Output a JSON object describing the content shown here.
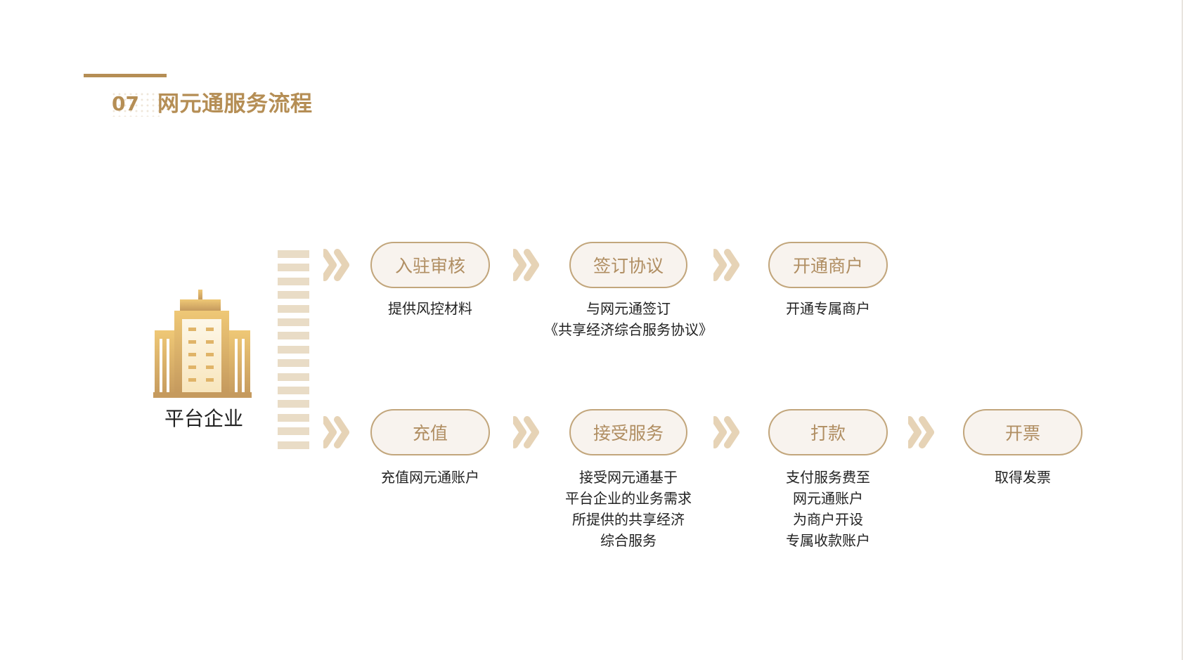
{
  "header": {
    "section_number": "07",
    "title": "网元通服务流程",
    "accent_color": "#b58e55"
  },
  "company": {
    "label": "平台企业",
    "icon": "building-icon"
  },
  "flow": {
    "arrow_icon": "double-chevron-right-icon",
    "pill_border_color": "#c2a67c",
    "pill_fill_color": "#f8f3ee",
    "rows": [
      {
        "steps": [
          {
            "label": "入驻审核",
            "desc": [
              "提供风控材料"
            ]
          },
          {
            "label": "签订协议",
            "desc": [
              "与网元通签订",
              "《共享经济综合服务协议》"
            ]
          },
          {
            "label": "开通商户",
            "desc": [
              "开通专属商户"
            ]
          }
        ]
      },
      {
        "steps": [
          {
            "label": "充值",
            "desc": [
              "充值网元通账户"
            ]
          },
          {
            "label": "接受服务",
            "desc": [
              "接受网元通基于",
              "平台企业的业务需求",
              "所提供的共享经济",
              "综合服务"
            ]
          },
          {
            "label": "打款",
            "desc": [
              "支付服务费至",
              "网元通账户",
              "为商户开设",
              "专属收款账户"
            ]
          },
          {
            "label": "开票",
            "desc": [
              "取得发票"
            ]
          }
        ]
      }
    ]
  }
}
